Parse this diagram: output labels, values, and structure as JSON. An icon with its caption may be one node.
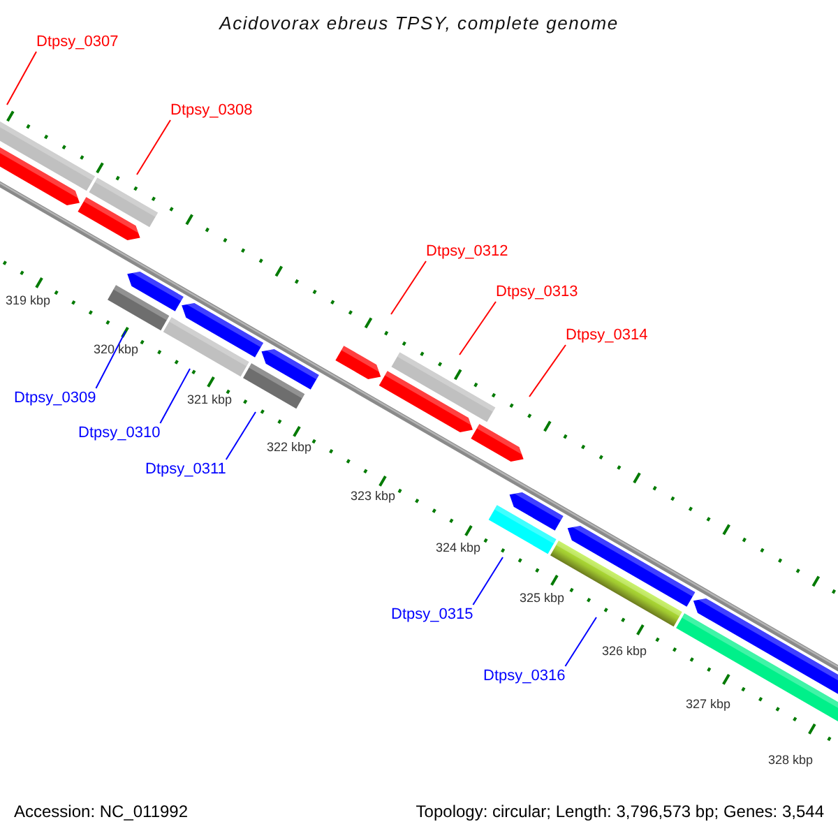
{
  "diagram": {
    "title": "Acidovorax ebreus TPSY, complete genome",
    "nodes": [
      {
        "text": [
          "Dtpsy_0307"
        ]
      },
      {
        "text": [
          "Dtpsy_0308"
        ]
      },
      {
        "text": [
          "Dtpsy_0312"
        ]
      },
      {
        "text": [
          "Dtpsy_0313"
        ]
      },
      {
        "text": [
          "Dtpsy_0314"
        ]
      },
      {
        "text": [
          "Dtpsy_0309"
        ]
      },
      {
        "text": [
          "Dtpsy_0310"
        ]
      },
      {
        "text": [
          "Dtpsy_0311"
        ]
      },
      {
        "text": [
          "Dtpsy_0315"
        ]
      },
      {
        "text": [
          "Dtpsy_0316"
        ]
      }
    ],
    "edges": [
      {
        "from": 0,
        "to": null,
        "arrow": "none",
        "color": "#ff0000"
      },
      {
        "from": 1,
        "to": null,
        "arrow": "none",
        "color": "#ff0000"
      },
      {
        "from": 2,
        "to": null,
        "arrow": "none",
        "color": "#ff0000"
      },
      {
        "from": 3,
        "to": null,
        "arrow": "none",
        "color": "#ff0000"
      },
      {
        "from": 4,
        "to": null,
        "arrow": "none",
        "color": "#ff0000"
      },
      {
        "from": 5,
        "to": null,
        "arrow": "none",
        "color": "#0000ff"
      },
      {
        "from": 6,
        "to": null,
        "arrow": "none",
        "color": "#0000ff"
      },
      {
        "from": 7,
        "to": null,
        "arrow": "none",
        "color": "#0000ff"
      },
      {
        "from": 8,
        "to": null,
        "arrow": "none",
        "color": "#0000ff"
      },
      {
        "from": 9,
        "to": null,
        "arrow": "none",
        "color": "#0000ff"
      }
    ],
    "labels": [
      "319 kbp",
      "320 kbp",
      "321 kbp",
      "322 kbp",
      "323 kbp",
      "324 kbp",
      "325 kbp",
      "326 kbp",
      "327 kbp",
      "328 kbp",
      "Accession: NC_011992",
      "Topology: circular; Length: 3,796,573 bp; Genes: 3,544"
    ]
  }
}
